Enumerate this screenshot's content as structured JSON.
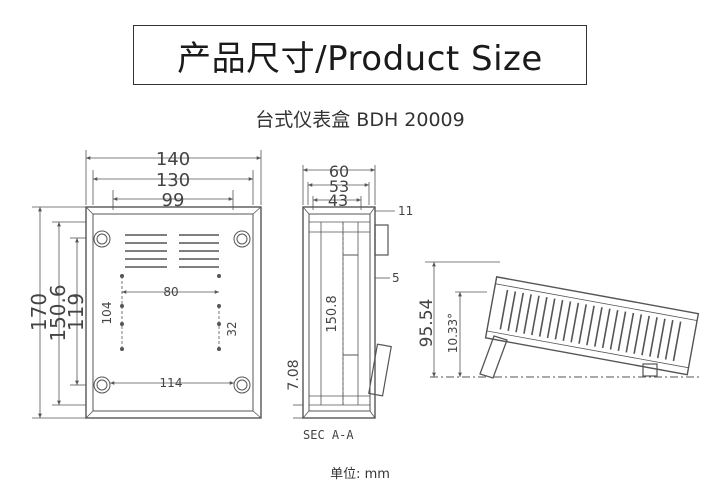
{
  "header": {
    "title": "产品尺寸/Product Size",
    "model": "台式仪表盒 BDH 20009"
  },
  "front_view": {
    "dims": {
      "w140": "140",
      "w130": "130",
      "w99": "99",
      "h170": "170",
      "h150_6": "150.6",
      "h119": "119",
      "d80": "80",
      "d104": "104",
      "d32": "32",
      "d114": "114"
    }
  },
  "section_view": {
    "dims": {
      "w60": "60",
      "w53": "53",
      "w43": "43",
      "d11": "11",
      "d5": "5",
      "h150_8": "150.8",
      "d7_08": "7.08"
    },
    "caption": "SEC A-A"
  },
  "side_view": {
    "dims": {
      "h95_54": "95.54",
      "angle": "10.33°"
    }
  },
  "footer": {
    "unit_label": "单位:  mm"
  }
}
